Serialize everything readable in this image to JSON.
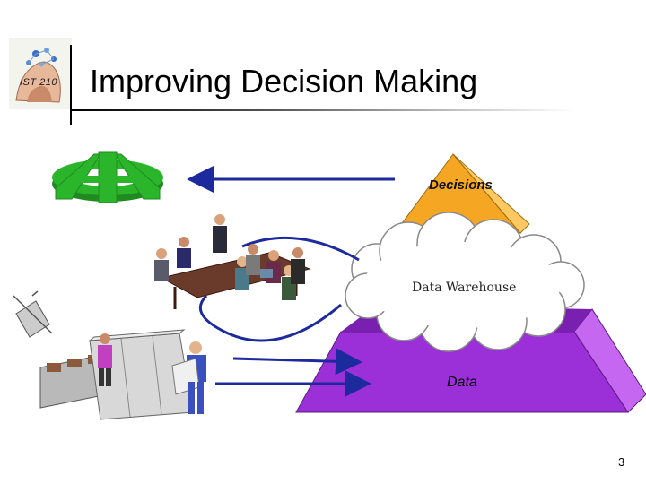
{
  "slide": {
    "logo_text": "IST 210",
    "title": "Improving Decision Making",
    "page_number": "3"
  },
  "diagram": {
    "decisions_label": "Decisions",
    "warehouse_label": "Data Warehouse",
    "data_label": "Data"
  },
  "colors": {
    "pyramid_top": "#f5a623",
    "pyramid_middle": "#2eb82e",
    "pyramid_base": "#9b30d9",
    "arrows": "#1c2a9e",
    "dollar_sign": "#2bb52b"
  }
}
